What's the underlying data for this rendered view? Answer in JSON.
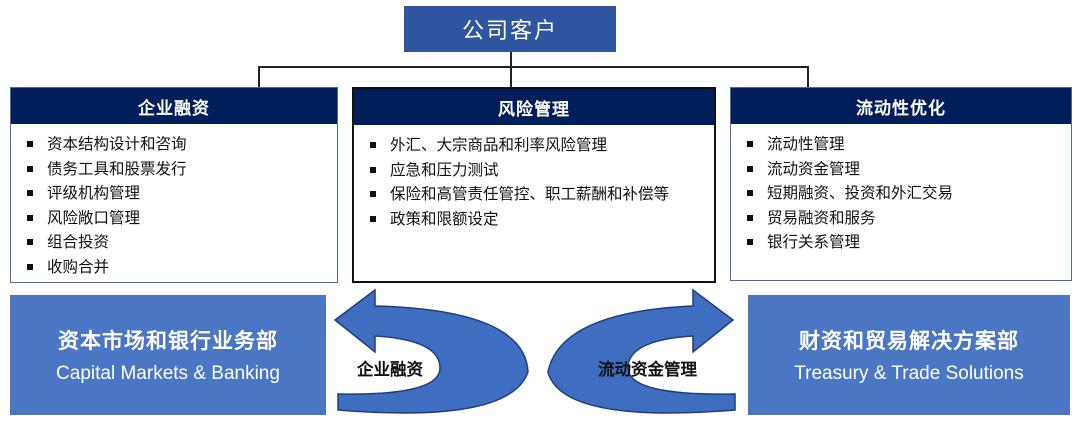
{
  "top": {
    "title": "公司客户"
  },
  "columns": [
    {
      "title": "企业融资",
      "items": [
        "资本结构设计和咨询",
        "债务工具和股票发行",
        "评级机构管理",
        "风险敞口管理",
        "组合投资",
        "收购合并"
      ]
    },
    {
      "title": "风险管理",
      "items": [
        "外汇、大宗商品和利率风险管理",
        "应急和压力测试",
        "保险和高管责任管控、职工薪酬和补偿等",
        "政策和限额设定"
      ]
    },
    {
      "title": "流动性优化",
      "items": [
        "流动性管理",
        "流动资金管理",
        "短期融资、投资和外汇交易",
        "贸易融资和服务",
        "银行关系管理"
      ]
    }
  ],
  "departments": {
    "left": {
      "zh": "资本市场和银行业务部",
      "en": "Capital Markets & Banking"
    },
    "right": {
      "zh": "财资和贸易解决方案部",
      "en": "Treasury & Trade Solutions"
    }
  },
  "arrows": {
    "left_label": "企业融资",
    "right_label": "流动资金管理"
  },
  "colors": {
    "top_box": "#2f55a0",
    "header": "#001e5a",
    "dept": "#4a76c4",
    "arrow_dark": "#1f3e82",
    "arrow_light": "#3f6ec0"
  }
}
